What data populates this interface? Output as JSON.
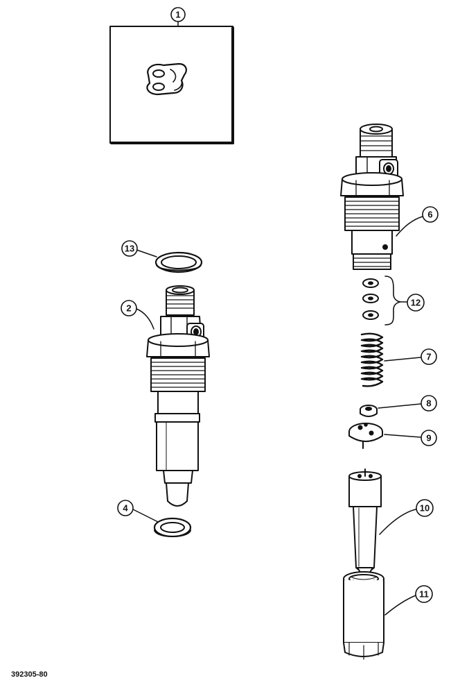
{
  "figure_id": "392305-80",
  "callouts": {
    "c1": "1",
    "c2": "2",
    "c4": "4",
    "c6": "6",
    "c7": "7",
    "c8": "8",
    "c9": "9",
    "c10": "10",
    "c11": "11",
    "c12": "12",
    "c13": "13"
  }
}
